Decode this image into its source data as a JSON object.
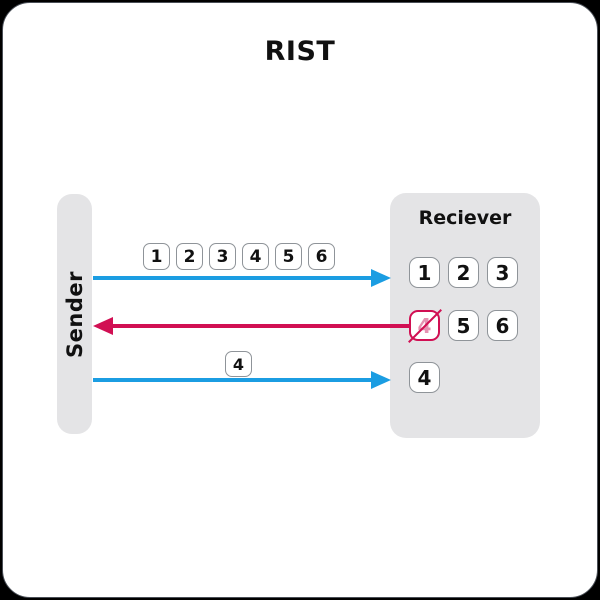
{
  "title": "RIST",
  "sender": {
    "label": "Sender"
  },
  "receiver": {
    "label": "Reciever",
    "received_row1": [
      "1",
      "2",
      "3"
    ],
    "lost_packet": "4",
    "received_row2": [
      "5",
      "6"
    ],
    "retransmitted_row": [
      "4"
    ]
  },
  "stream": {
    "sent_packets": [
      "1",
      "2",
      "3",
      "4",
      "5",
      "6"
    ],
    "resent_packet": "4"
  },
  "colors": {
    "forward_arrow": "#1b9de2",
    "nack_arrow": "#d10f53",
    "node_bg": "#e4e4e6",
    "lost_packet_text": "#e592b2"
  }
}
